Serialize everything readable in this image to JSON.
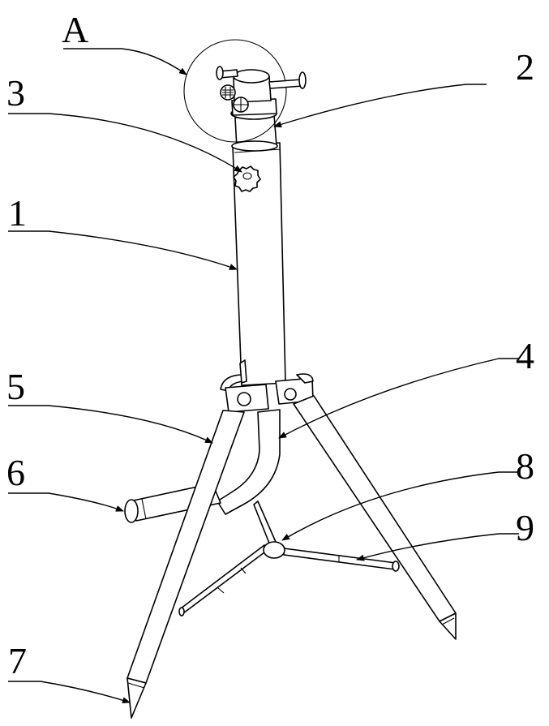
{
  "labels": {
    "A": "A",
    "n1": "1",
    "n2": "2",
    "n3": "3",
    "n4": "4",
    "n5": "5",
    "n6": "6",
    "n7": "7",
    "n8": "8",
    "n9": "9"
  }
}
